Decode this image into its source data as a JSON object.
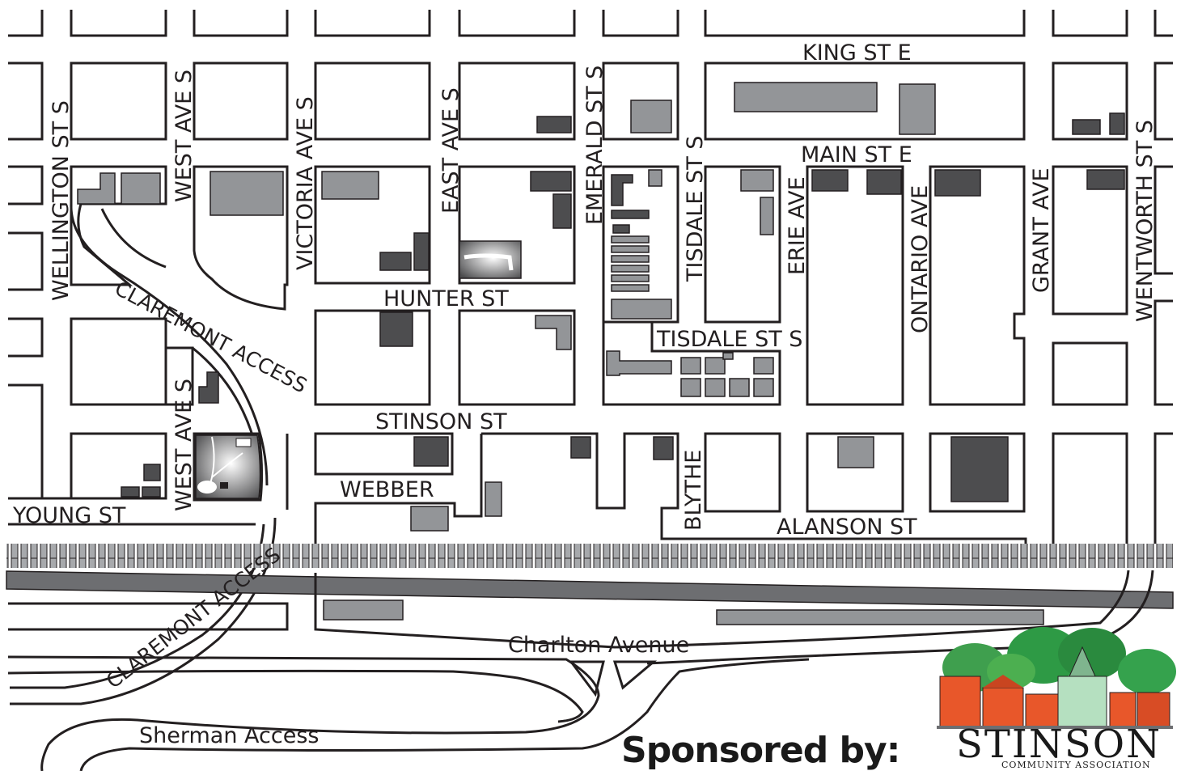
{
  "streets": {
    "king": "KING ST E",
    "main": "MAIN ST E",
    "hunter": "HUNTER ST",
    "stinson": "STINSON ST",
    "webber": "WEBBER",
    "young": "YOUNG ST",
    "alanson": "ALANSON ST",
    "tisdale_h": "TISDALE ST S",
    "charlton": "Charlton Avenue",
    "sherman": "Sherman Access",
    "wellington": "WELLINGTON ST S",
    "west_north": "WEST AVE S",
    "west_south": "WEST AVE S",
    "victoria": "VICTORIA AVE S",
    "east": "EAST AVE S",
    "emerald": "EMERALD ST S",
    "tisdale_v": "TISDALE ST S",
    "erie": "ERIE AVE",
    "ontario": "ONTARIO AVE",
    "grant": "GRANT AVE",
    "wentworth": "WENTWORTH ST S",
    "blythe": "BLYTHE",
    "claremont_1": "CLAREMONT ACCESS",
    "claremont_2": "CLAREMONT ACCESS"
  },
  "sponsor": {
    "label": "Sponsored by:",
    "logo_name": "STINSON",
    "logo_subtitle": "COMMUNITY ASSOCIATION"
  },
  "colors": {
    "ink": "#231f20",
    "building_light": "#939598",
    "building_dark": "#4d4d4f",
    "rail": "#6d6e71",
    "tree_green": "#2e9a45",
    "brick": "#e8572a"
  }
}
